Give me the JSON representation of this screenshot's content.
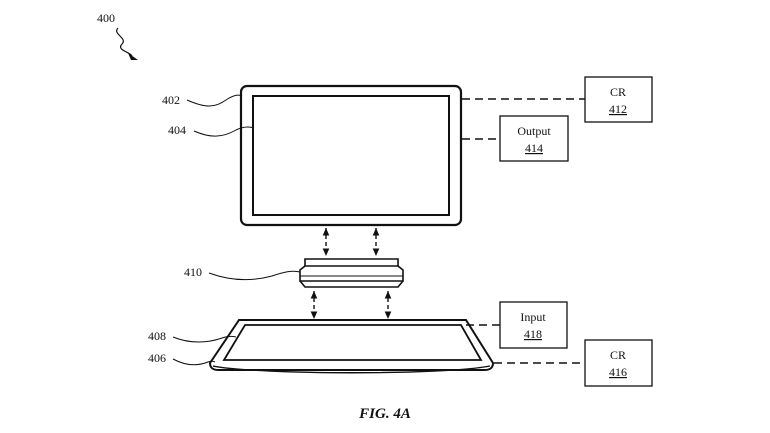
{
  "figure": {
    "caption": "FIG. 4A",
    "ref_main": "400",
    "display": {
      "ref_housing": "402",
      "ref_screen": "404"
    },
    "connector": {
      "ref": "410"
    },
    "base": {
      "ref_housing": "406",
      "ref_surface": "408"
    },
    "boxes": {
      "cr_top": {
        "label": "CR",
        "ref": "412"
      },
      "output": {
        "label": "Output",
        "ref": "414"
      },
      "input": {
        "label": "Input",
        "ref": "418"
      },
      "cr_bottom": {
        "label": "CR",
        "ref": "416"
      }
    }
  },
  "colors": {
    "line": "#111111",
    "background": "#ffffff"
  }
}
